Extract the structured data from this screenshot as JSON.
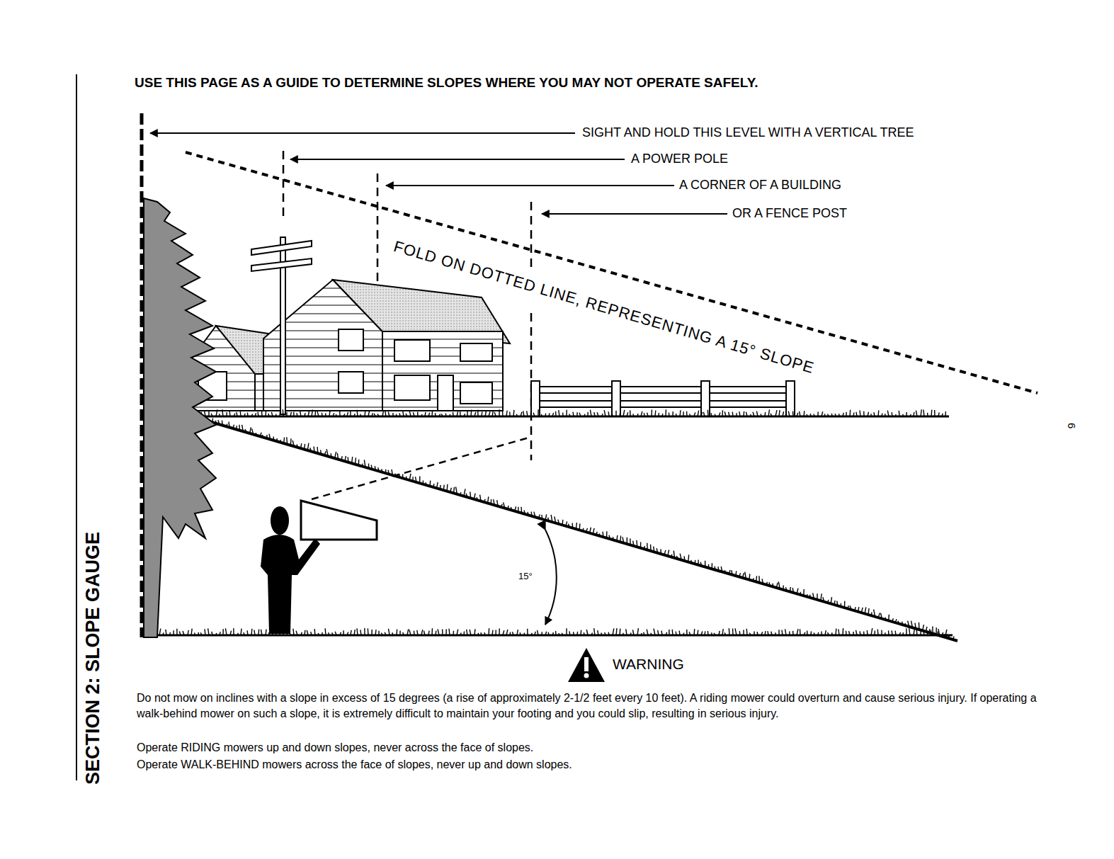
{
  "diagram": {
    "title": "USE THIS PAGE AS A GUIDE TO DETERMINE SLOPES WHERE YOU MAY NOT OPERATE SAFELY.",
    "labels": [
      "SIGHT AND HOLD THIS LEVEL WITH A VERTICAL TREE",
      "A POWER POLE",
      "A CORNER OF A BUILDING",
      "OR A FENCE POST",
      "FOLD ON DOTTED LINE, REPRESENTING A 15° SLOPE",
      "15°",
      "WARNING",
      "Do not mow on inclines with a slope in excess of 15 degrees (a rise of approximately 2-1/2 feet every 10 feet). A riding mower could overturn and cause serious injury. If operating a walk-behind mower on such a slope, it is extremely difficult to maintain your footing and you could slip, resulting in serious injury.",
      "Operate RIDING mowers up and down slopes, never across the face of slopes.",
      "Operate WALK-BEHIND mowers across the face of slopes, never up and down slopes.",
      "SECTION 2: SLOPE GAUGE",
      "6"
    ]
  }
}
